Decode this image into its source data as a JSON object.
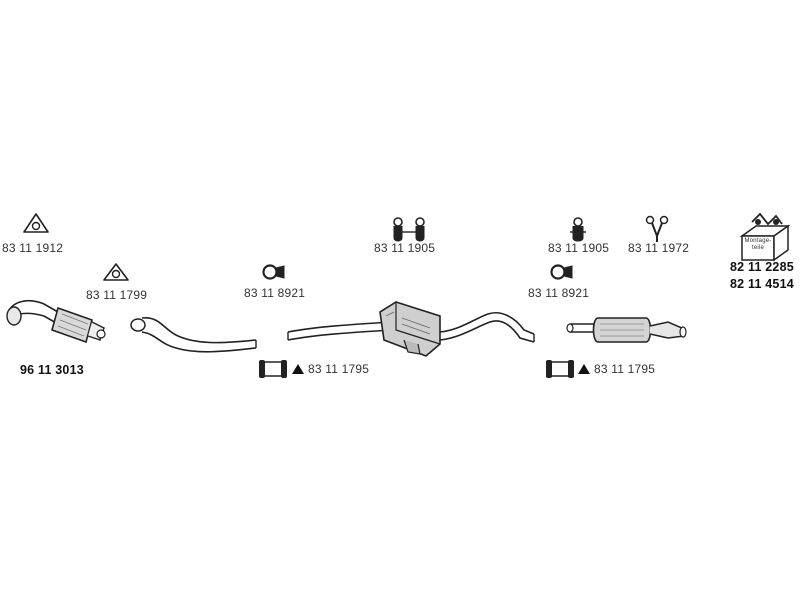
{
  "parts": {
    "gasket_top": "83 11 1912",
    "gasket_second": "83 11 1799",
    "catalytic_converter": "96 11 3013",
    "clamp_front": "83 11 8921",
    "sleeve_front": "83 11 1795",
    "hanger_middle": "83 11 1905",
    "hanger_rear": "83 11 1905",
    "v_hanger": "83 11 1972",
    "clamp_rear": "83 11 8921",
    "sleeve_rear": "83 11 1795",
    "mounting_kit_a": "82 11 2285",
    "mounting_kit_b": "82 11 4514"
  },
  "kit_label": "Montage-teile"
}
